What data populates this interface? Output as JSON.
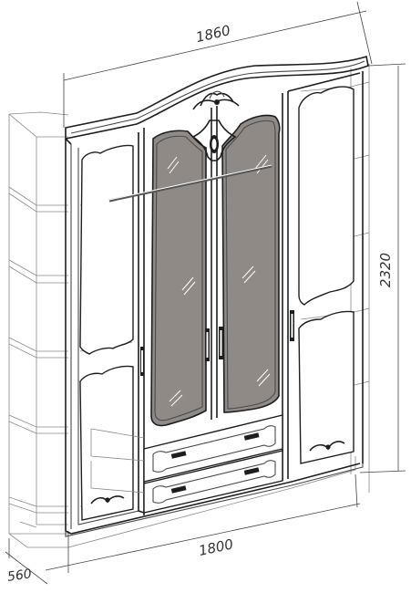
{
  "dimensions": {
    "width_top": "1860",
    "height": "2320",
    "width_bottom": "1800",
    "depth": "560"
  }
}
